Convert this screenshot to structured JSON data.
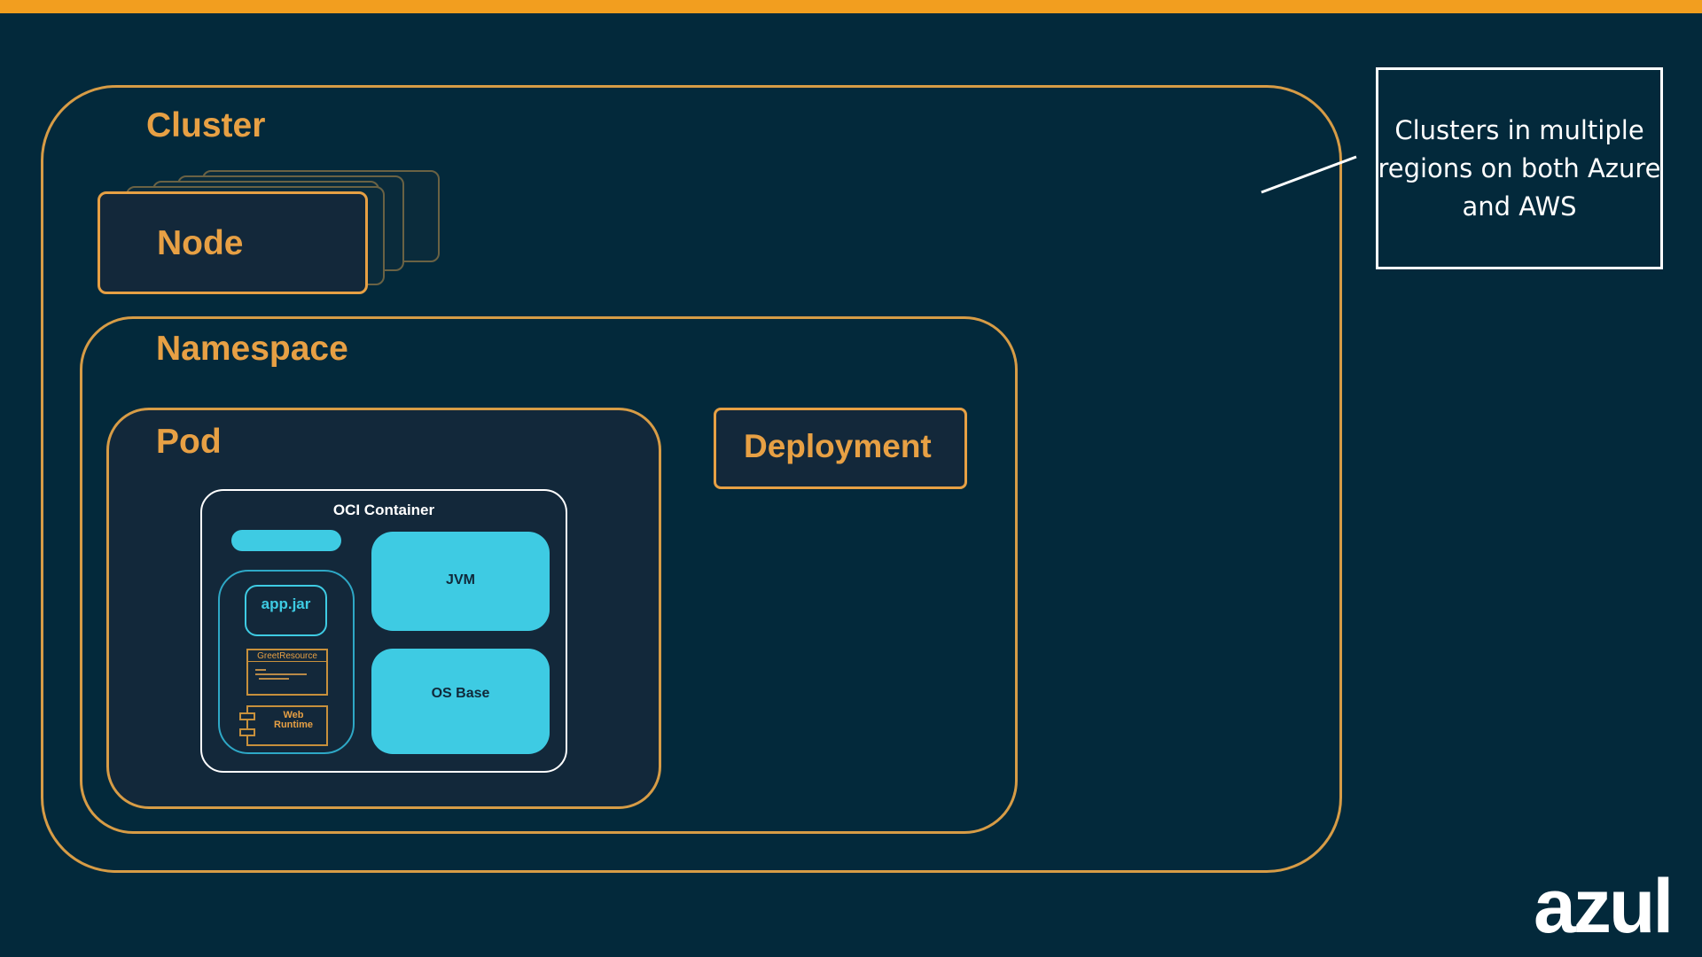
{
  "diagram": {
    "cluster": {
      "label": "Cluster"
    },
    "node": {
      "label": "Node"
    },
    "namespace": {
      "label": "Namespace"
    },
    "pod": {
      "label": "Pod"
    },
    "deployment": {
      "label": "Deployment"
    },
    "oci_container": {
      "label": "OCI Container",
      "app_jar": "app.jar",
      "greet_resource": "GreetResource",
      "web_runtime": "Web Runtime",
      "jvm": "JVM",
      "os_base": "OS Base"
    },
    "callout": {
      "text": "Clusters in multiple regions on both Azure and AWS"
    }
  },
  "brand": {
    "logo": "azul"
  },
  "colors": {
    "background": "#03293b",
    "accent_orange": "#f29e1f",
    "label_orange": "#e7a044",
    "cyan": "#3ecbe3",
    "white": "#ffffff"
  }
}
